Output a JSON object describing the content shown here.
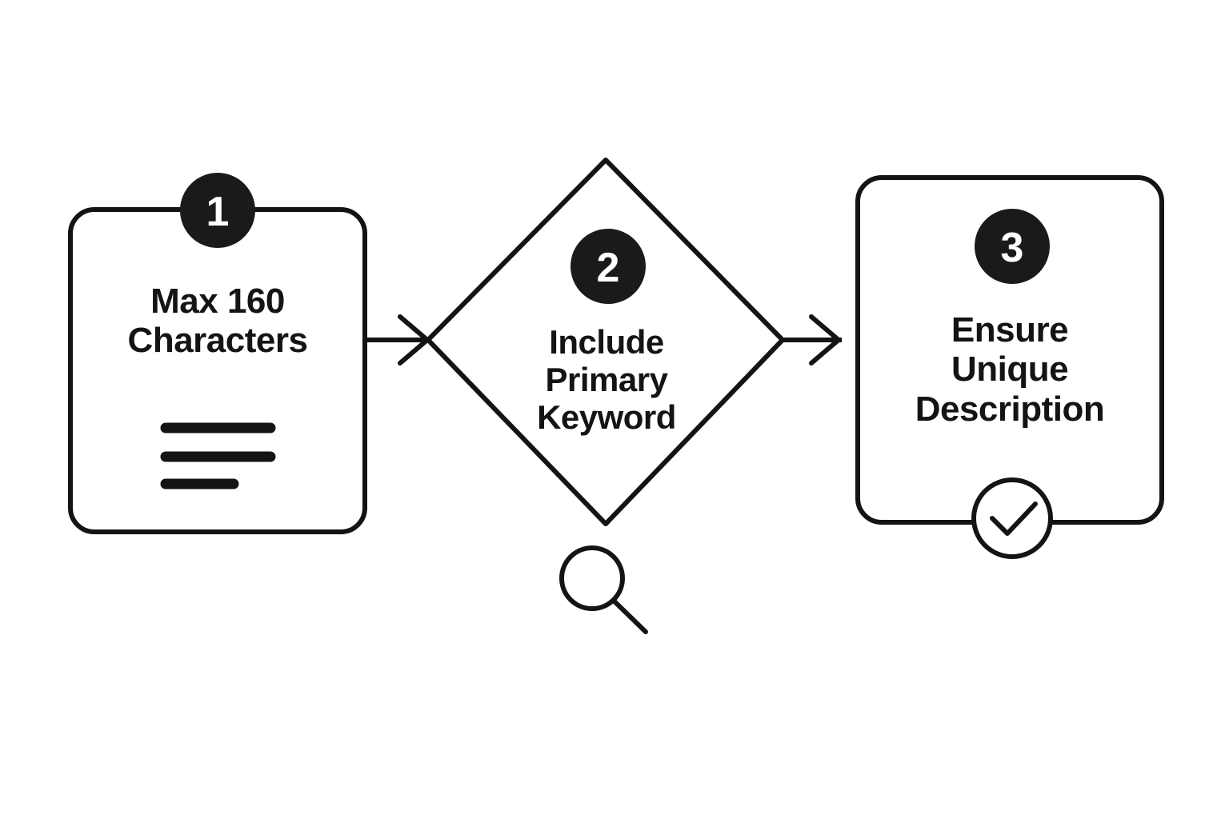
{
  "diagram": {
    "type": "process-flow",
    "orientation": "horizontal",
    "background_color": "#ffffff",
    "stroke_color": "#141414",
    "badge_fill": "#1a1a1a",
    "badge_text_color": "#ffffff",
    "nodes": [
      {
        "id": "node-1",
        "step": "1",
        "shape": "rounded-rectangle",
        "label": "Max 160\nCharacters",
        "icon": "document-lines-icon"
      },
      {
        "id": "node-2",
        "step": "2",
        "shape": "diamond",
        "label": "Include\nPrimary\nKeyword",
        "icon": "search-icon"
      },
      {
        "id": "node-3",
        "step": "3",
        "shape": "rounded-rectangle",
        "label": "Ensure\nUnique\nDescription",
        "icon": "check-circle-icon"
      }
    ],
    "connectors": [
      {
        "id": "connector-1-2",
        "from": "node-1",
        "to": "node-2",
        "style": "arrow"
      },
      {
        "id": "connector-2-3",
        "from": "node-2",
        "to": "node-3",
        "style": "arrow"
      }
    ]
  }
}
